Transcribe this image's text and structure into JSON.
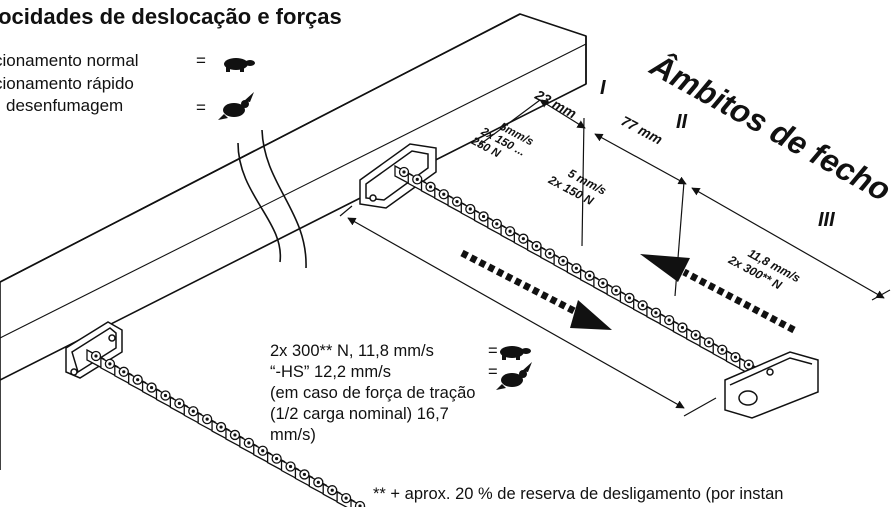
{
  "title": "locidades de deslocação e forças",
  "legend": {
    "normal_label": "cionamento normal",
    "normal_eq": "=",
    "fast_line1": "cionamento rápido",
    "fast_line2": "desenfumagem",
    "fast_eq": "="
  },
  "ranges": {
    "heading": "Âmbitos de fecho",
    "roman": [
      "I",
      "II",
      "III"
    ],
    "dim_i": "23 mm",
    "dim_ii": "77 mm",
    "zone_i": [
      "5mm/s",
      "2x 150 ...",
      "250 N"
    ],
    "zone_ii": [
      "5 mm/s",
      "2x 150 N"
    ],
    "zone_iii": [
      "11,8 mm/s",
      "2x 300** N"
    ]
  },
  "speeds": {
    "line1": "2x 300** N, 11,8 mm/s",
    "line1_eq": "=",
    "line2": "“-HS” 12,2 mm/s",
    "line2_eq": "=",
    "line3": "(em caso de força de tração",
    "line4": "(1/2 carga nominal) 16,7",
    "line5": "mm/s)"
  },
  "footnote": "** + aprox. 20 % de reserva de desligamento (por instan",
  "icons": [
    "turtle-icon",
    "rabbit-icon"
  ],
  "colors": {
    "ink": "#111111",
    "fill": "#ffffff"
  }
}
